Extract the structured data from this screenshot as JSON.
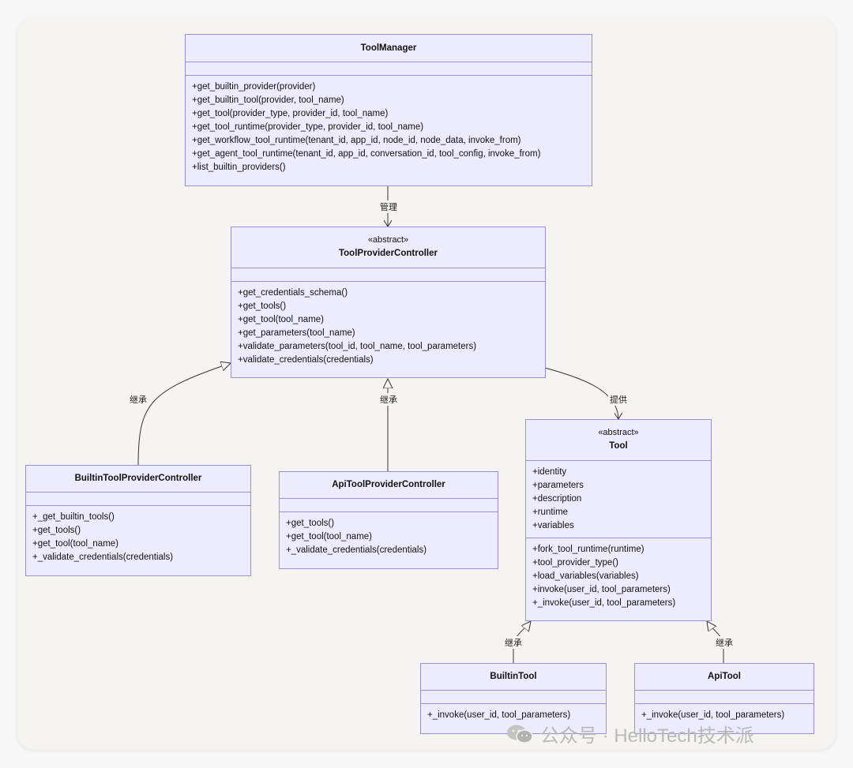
{
  "classes": {
    "tool_manager": {
      "name": "ToolManager",
      "attributes": [],
      "methods": [
        "+get_builtin_provider(provider)",
        "+get_builtin_tool(provider, tool_name)",
        "+get_tool(provider_type, provider_id, tool_name)",
        "+get_tool_runtime(provider_type, provider_id, tool_name)",
        "+get_workflow_tool_runtime(tenant_id, app_id, node_id, node_data, invoke_from)",
        "+get_agent_tool_runtime(tenant_id, app_id, conversation_id, tool_config, invoke_from)",
        "+list_builtin_providers()"
      ]
    },
    "tool_provider_controller": {
      "stereotype": "«abstract»",
      "name": "ToolProviderController",
      "attributes": [],
      "methods": [
        "+get_credentials_schema()",
        "+get_tools()",
        "+get_tool(tool_name)",
        "+get_parameters(tool_name)",
        "+validate_parameters(tool_id, tool_name, tool_parameters)",
        "+validate_credentials(credentials)"
      ]
    },
    "builtin_tool_provider_controller": {
      "name": "BuiltinToolProviderController",
      "attributes": [],
      "methods": [
        "+_get_builtin_tools()",
        "+get_tools()",
        "+get_tool(tool_name)",
        "+_validate_credentials(credentials)"
      ]
    },
    "api_tool_provider_controller": {
      "name": "ApiToolProviderController",
      "attributes": [],
      "methods": [
        "+get_tools()",
        "+get_tool(tool_name)",
        "+_validate_credentials(credentials)"
      ]
    },
    "tool": {
      "stereotype": "«abstract»",
      "name": "Tool",
      "attributes": [
        "+identity",
        "+parameters",
        "+description",
        "+runtime",
        "+variables"
      ],
      "methods": [
        "+fork_tool_runtime(runtime)",
        "+tool_provider_type()",
        "+load_variables(variables)",
        "+invoke(user_id, tool_parameters)",
        "+_invoke(user_id, tool_parameters)"
      ]
    },
    "builtin_tool": {
      "name": "BuiltinTool",
      "attributes": [],
      "methods": [
        "+_invoke(user_id, tool_parameters)"
      ]
    },
    "api_tool": {
      "name": "ApiTool",
      "attributes": [],
      "methods": [
        "+_invoke(user_id, tool_parameters)"
      ]
    }
  },
  "relations": {
    "manages": "管理",
    "provides": "提供",
    "inherits_builtin_controller": "继承",
    "inherits_api_controller": "继承",
    "inherits_builtin_tool": "继承",
    "inherits_api_tool": "继承"
  },
  "watermark": {
    "text": "公众号 · HelloTech技术派",
    "icon": "wechat-icon"
  },
  "colors": {
    "class_fill": "#ececfe",
    "class_border": "#9a8fdb",
    "edge": "#333333"
  }
}
